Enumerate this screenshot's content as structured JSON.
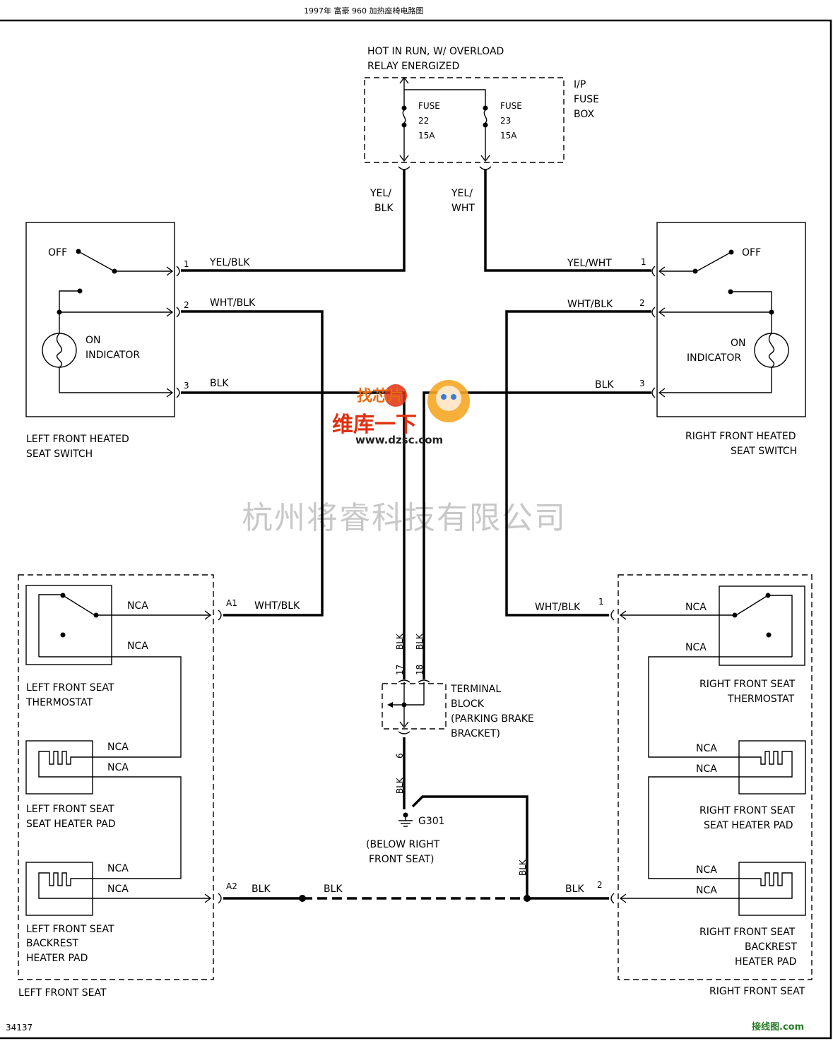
{
  "header": {
    "title": "1997年 富豪 960 加热座椅电路图"
  },
  "source": {
    "label": "HOT IN RUN, W/ OVERLOAD",
    "label2": "RELAY ENERGIZED"
  },
  "fuse_box": {
    "label": [
      "I/P",
      "FUSE",
      "BOX"
    ],
    "fuse22": [
      "FUSE",
      "22",
      "15A"
    ],
    "fuse23": [
      "FUSE",
      "23",
      "15A"
    ]
  },
  "wire_colors": {
    "fuse22_out": [
      "YEL/",
      "BLK"
    ],
    "fuse23_out": [
      "YEL/",
      "WHT"
    ],
    "yel_blk": "YEL/BLK",
    "yel_wht": "YEL/WHT",
    "wht_blk": "WHT/BLK",
    "blk": "BLK",
    "nca": "NCA"
  },
  "left_switch": {
    "off": "OFF",
    "on": "ON",
    "indicator": "INDICATOR",
    "pins": [
      "1",
      "2",
      "3"
    ],
    "name": [
      "LEFT FRONT HEATED",
      "SEAT SWITCH"
    ]
  },
  "right_switch": {
    "off": "OFF",
    "on": "ON",
    "indicator": "INDICATOR",
    "pins": [
      "1",
      "2",
      "3"
    ],
    "name": [
      "RIGHT FRONT HEATED",
      "SEAT SWITCH"
    ]
  },
  "left_seat": {
    "name": "LEFT FRONT SEAT",
    "thermostat": [
      "LEFT FRONT SEAT",
      "THERMOSTAT"
    ],
    "seat_pad": [
      "LEFT FRONT SEAT",
      "SEAT HEATER PAD"
    ],
    "backrest_pad": [
      "LEFT FRONT SEAT",
      "BACKREST",
      "HEATER PAD"
    ],
    "pin_a1": "A1",
    "pin_a2": "A2"
  },
  "right_seat": {
    "name": "RIGHT FRONT SEAT",
    "thermostat": [
      "RIGHT FRONT SEAT",
      "THERMOSTAT"
    ],
    "seat_pad": [
      "RIGHT FRONT SEAT",
      "SEAT HEATER PAD"
    ],
    "backrest_pad": [
      "RIGHT FRONT SEAT",
      "BACKREST",
      "HEATER PAD"
    ],
    "pin1": "1",
    "pin2": "2"
  },
  "terminal_block": {
    "label": [
      "TERMINAL",
      "BLOCK",
      "(PARKING BRAKE",
      "BRACKET)"
    ],
    "pin17": "17",
    "pin18": "18",
    "pin6": "6"
  },
  "ground": {
    "id": "G301",
    "location": [
      "(BELOW RIGHT",
      "FRONT SEAT)"
    ]
  },
  "figure_number": "34137",
  "watermark": "杭州将睿科技有限公司",
  "logo": {
    "cn": "维库一下",
    "url": "www.dzsc.com",
    "brand": "找芯片"
  },
  "footer_logo": "接线图.com"
}
